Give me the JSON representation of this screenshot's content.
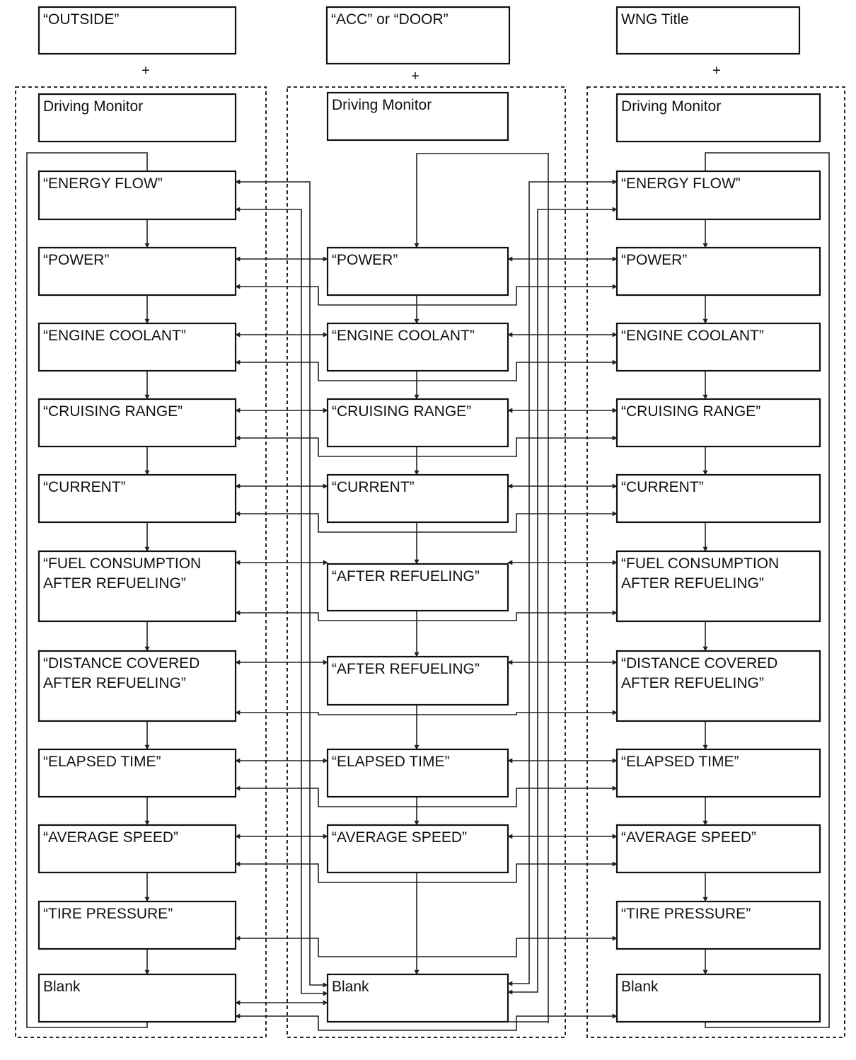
{
  "columns": [
    {
      "header": "“OUTSIDE”",
      "plus": "+",
      "monitor": "Driving Monitor",
      "items": [
        [
          "“ENERGY FLOW”"
        ],
        [
          "“POWER”"
        ],
        [
          "“ENGINE COOLANT”"
        ],
        [
          "“CRUISING RANGE”"
        ],
        [
          "“CURRENT”"
        ],
        [
          "“FUEL CONSUMPTION",
          "AFTER REFUELING”"
        ],
        [
          "“DISTANCE COVERED",
          "AFTER REFUELING”"
        ],
        [
          "“ELAPSED TIME”"
        ],
        [
          "“AVERAGE SPEED”"
        ],
        [
          "“TIRE PRESSURE”"
        ],
        [
          "Blank"
        ]
      ]
    },
    {
      "header": "“ACC” or “DOOR”",
      "plus": "+",
      "monitor": "Driving Monitor",
      "items": [
        null,
        [
          "“POWER”"
        ],
        [
          "“ENGINE COOLANT”"
        ],
        [
          "“CRUISING RANGE”"
        ],
        [
          "“CURRENT”"
        ],
        [
          "“AFTER REFUELING”"
        ],
        [
          "“AFTER REFUELING”"
        ],
        [
          "“ELAPSED TIME”"
        ],
        [
          "“AVERAGE SPEED”"
        ],
        null,
        [
          "Blank"
        ]
      ]
    },
    {
      "header": "WNG Title",
      "plus": "+",
      "monitor": "Driving Monitor",
      "items": [
        [
          "“ENERGY FLOW”"
        ],
        [
          "“POWER”"
        ],
        [
          "“ENGINE COOLANT”"
        ],
        [
          "“CRUISING RANGE”"
        ],
        [
          "“CURRENT”"
        ],
        [
          "“FUEL CONSUMPTION",
          "AFTER REFUELING”"
        ],
        [
          "“DISTANCE COVERED",
          "AFTER REFUELING”"
        ],
        [
          "“ELAPSED TIME”"
        ],
        [
          "“AVERAGE SPEED”"
        ],
        [
          "“TIRE PRESSURE”"
        ],
        [
          "Blank"
        ]
      ]
    }
  ],
  "colors": {
    "stroke": "#111111",
    "background": "#ffffff"
  }
}
